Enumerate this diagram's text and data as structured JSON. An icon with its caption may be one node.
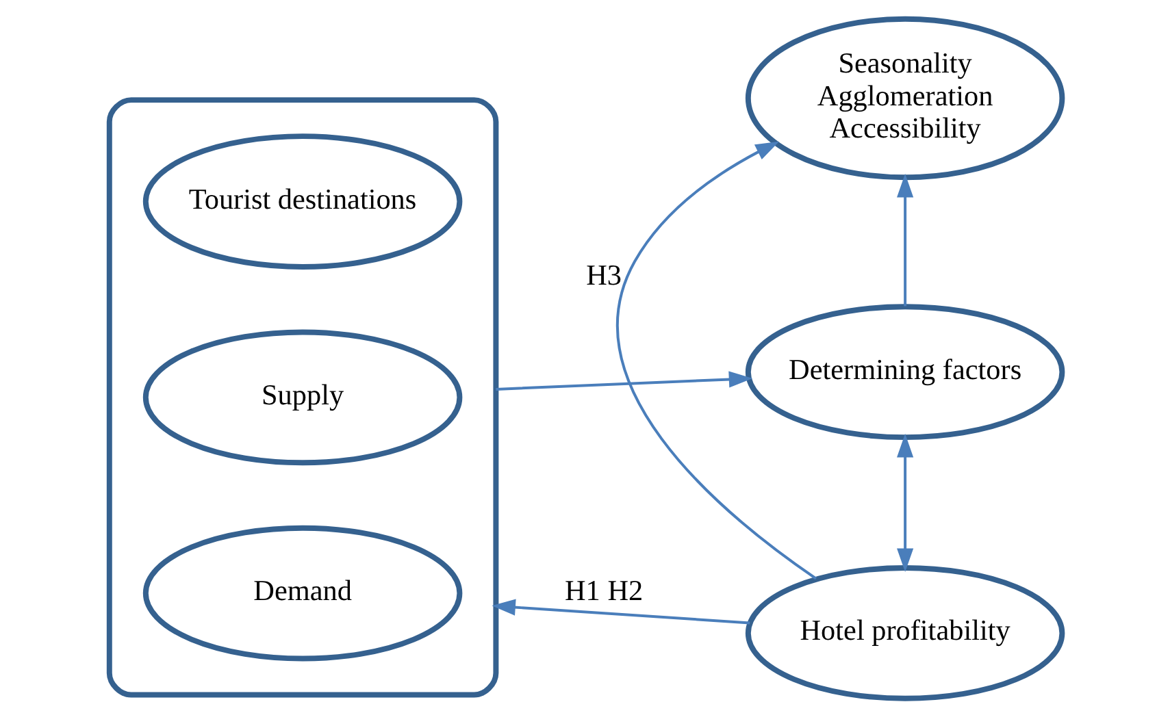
{
  "diagram": {
    "nodes": [
      {
        "text": [],
        "shape": "ellipse"
      },
      {
        "text": [
          "Tourist destinations"
        ],
        "in": 0
      },
      {
        "text": [
          "Supply"
        ],
        "in": 0
      },
      {
        "text": [
          "Demand"
        ],
        "in": 0
      },
      {
        "text": [
          "Seasonality",
          "Agglomeration",
          "Accessibility"
        ]
      },
      {
        "text": [
          "Determining factors"
        ]
      },
      {
        "text": [
          "Hotel profitability"
        ]
      }
    ],
    "edges": [
      {
        "from": 0,
        "to": 5,
        "arrow": "to"
      },
      {
        "from": 5,
        "to": 4,
        "arrow": "to"
      },
      {
        "from": 5,
        "to": 6,
        "arrow": "both"
      },
      {
        "from": 6,
        "to": 0,
        "arrow": "to",
        "label": "H1 H2"
      },
      {
        "from": 6,
        "to": 4,
        "arrow": "to",
        "label": "H3"
      }
    ]
  }
}
